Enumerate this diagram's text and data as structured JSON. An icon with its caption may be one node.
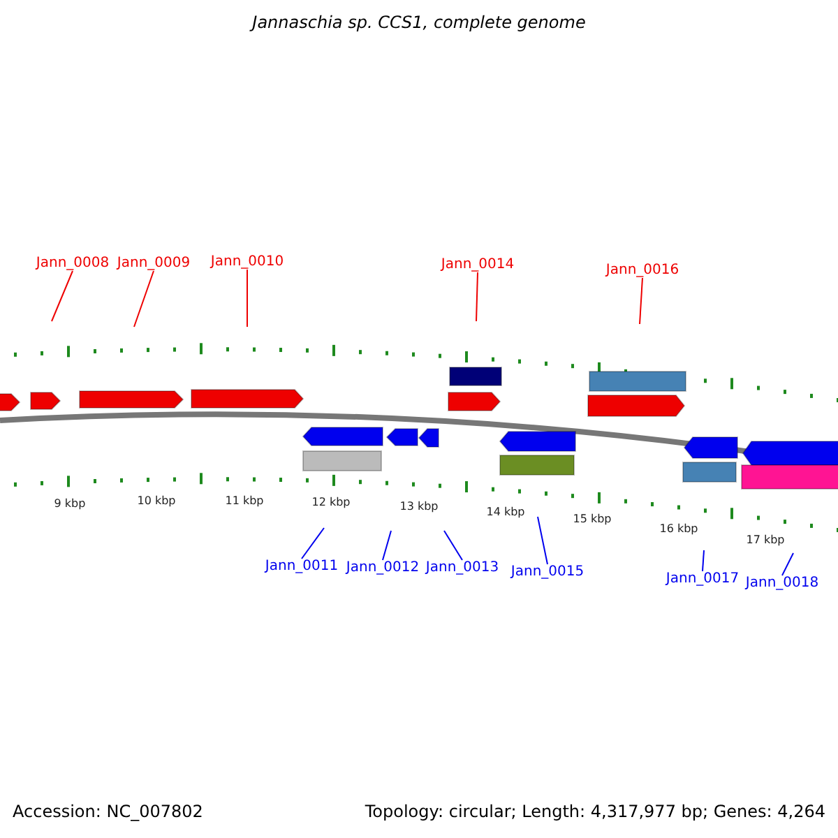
{
  "diagram": {
    "title": "Jannaschia sp. CCS1, complete genome",
    "nodes": [
      {
        "text": [
          "Jann_0008"
        ]
      },
      {
        "text": [
          "Jann_0009"
        ]
      },
      {
        "text": [
          "Jann_0010"
        ]
      },
      {
        "text": [
          "Jann_0014"
        ]
      },
      {
        "text": [
          "Jann_0016"
        ]
      },
      {
        "text": [
          "Jann_0011"
        ]
      },
      {
        "text": [
          "Jann_0012"
        ]
      },
      {
        "text": [
          "Jann_0013"
        ]
      },
      {
        "text": [
          "Jann_0015"
        ]
      },
      {
        "text": [
          "Jann_0017"
        ]
      },
      {
        "text": [
          "Jann_0018"
        ]
      }
    ],
    "edges": [
      {
        "from": 0,
        "to": null,
        "arrow": "none",
        "color": "#ee0000"
      },
      {
        "from": 1,
        "to": null,
        "arrow": "none",
        "color": "#ee0000"
      },
      {
        "from": 2,
        "to": null,
        "arrow": "none",
        "color": "#ee0000"
      },
      {
        "from": 3,
        "to": null,
        "arrow": "none",
        "color": "#ee0000"
      },
      {
        "from": 4,
        "to": null,
        "arrow": "none",
        "color": "#ee0000"
      },
      {
        "from": 5,
        "to": null,
        "arrow": "none"
      },
      {
        "from": 6,
        "to": null,
        "arrow": "none"
      },
      {
        "from": 7,
        "to": null,
        "arrow": "none"
      },
      {
        "from": 8,
        "to": null,
        "arrow": "none"
      },
      {
        "from": 9,
        "to": null,
        "arrow": "none"
      },
      {
        "from": 10,
        "to": null,
        "arrow": "none"
      }
    ],
    "labels": [
      "9 kbp",
      "10 kbp",
      "11 kbp",
      "12 kbp",
      "13 kbp",
      "14 kbp",
      "15 kbp",
      "16 kbp",
      "17 kbp",
      "Accession: NC_007802",
      "Topology: circular; Length: 4,317,977 bp; Genes: 4,264"
    ]
  }
}
